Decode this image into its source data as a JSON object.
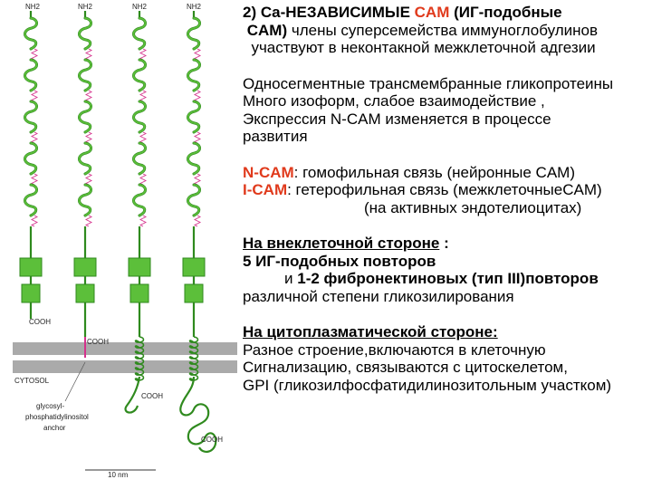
{
  "colors": {
    "domain_fill": "#5cbf3a",
    "domain_stroke": "#2f8a1e",
    "membrane": "#aaaaaa",
    "hinge": "#d4318c",
    "accent": "#e03a1c"
  },
  "diagram": {
    "nh2_label": "NH2",
    "cooh_label": "COOH",
    "cytosol_label": "CYTOSOL",
    "gpi_label_1": "glycosyl-",
    "gpi_label_2": "phosphatidylinositol",
    "gpi_label_3": "anchor",
    "scale_label": "10 nm"
  },
  "text": {
    "title_a": "2) Ca-НЕЗАВИСИМЫЕ ",
    "title_cam": "CAM",
    "title_b": " (ИГ-подобные",
    "line2_cam": "CAM)",
    "line2_rest": "  члены суперсемейства иммуноглобулинов",
    "line3": "участвуют в неконтакной межклеточной адгезии",
    "line4": "Односегментные трансмембранные гликопротеины",
    "line5": "Много изоформ, слабое взаимодействие ,",
    "line6": "Экспрессия N-CAM изменяется в процессе",
    "line7": "развития",
    "ncam_label": "N-CAM",
    "ncam_rest": ": гомофильная связь  (нейронные CAM)",
    "icam_label": "I-CAM",
    "icam_rest": ":  гетерофильная связь (межклеточныеCAM)",
    "icam_note": "(на активных эндотелиоцитах)",
    "extra_heading": "На внеклеточной стороне",
    "extra_colon": " :",
    "extra_line1": "5 ИГ-подобных повторов",
    "extra_line2_a": "и ",
    "extra_line2_b": "1-2 фибронектиновых (тип III)повторов",
    "extra_line3": "различной степени гликозилирования",
    "cyto_heading": "На цитоплазматической стороне:",
    "cyto_line1": "Разное строение,включаются  в клеточную",
    "cyto_line2": "Сигнализацию, связываются  с цитоскелетом,",
    "cyto_line3": " GPI (гликозилфосфатидилинозитольным участком)"
  }
}
